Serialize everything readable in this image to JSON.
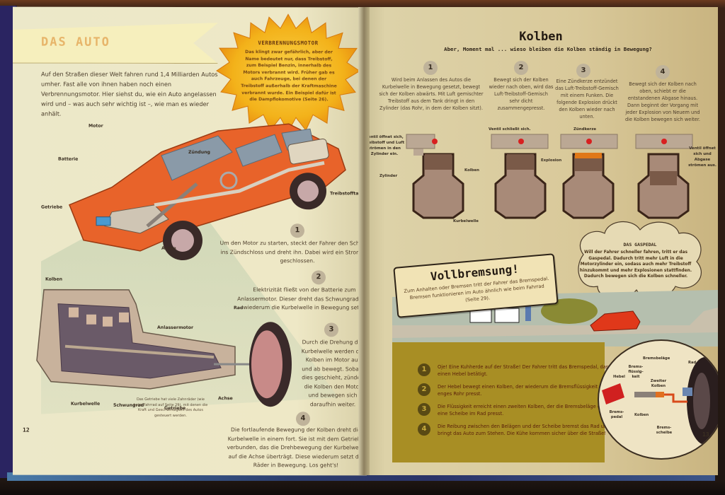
{
  "left_page": {
    "banner_title": "DAS AUTO",
    "intro": "Auf den Straßen dieser Welt fahren rund 1,4 Milliarden Autos umher. Fast alle von ihnen haben noch einen Verbrennungsmotor. Hier siehst du, wie ein Auto angelassen wird und – was auch sehr wichtig ist –, wie man es wieder anhält.",
    "burst": {
      "title": "VERBRENNUNGSMOTOR",
      "text": "Das klingt zwar gefährlich, aber der Name bedeutet nur, dass Treibstoff, zum Beispiel Benzin, innerhalb des Motors verbrannt wird. Früher gab es auch Fahrzeuge, bei denen der Treibstoff außerhalb der Kraftmaschine verbrannt wurde. Ein Beispiel dafür ist die Dampflokomotive (Seite 26)."
    },
    "car_labels": {
      "motor": "Motor",
      "zuendung": "Zündung",
      "batterie": "Batterie",
      "getriebe": "Getriebe",
      "achse": "Achse",
      "treibstofftank": "Treibstofftank"
    },
    "engine_labels": {
      "kolben": "Kolben",
      "anlassermotor": "Anlassermotor",
      "rad": "Rad",
      "achse": "Achse",
      "kurbelwelle": "Kurbelwelle",
      "schwungrad": "Schwungrad",
      "getriebe": "Getriebe",
      "getriebe_note": "Das Getriebe hat viele Zahnräder (wie beim Fahrrad auf Seite 29), mit denen die Kraft und Geschwindigkeit des Autos gesteuert werden."
    },
    "steps": [
      {
        "num": "1",
        "text": "Um den Motor zu starten, steckt der Fahrer den Schlüssel ins Zündschloss und dreht ihn. Dabei wird ein Stromkreis geschlossen."
      },
      {
        "num": "2",
        "text": "Elektrizität fließt von der Batterie zum Anlassermotor. Dieser dreht das Schwungrad, das wiederum die Kurbelwelle in Bewegung setzt."
      },
      {
        "num": "3",
        "text": "Durch die Drehung der Kurbelwelle werden die Kolben im Motor auf und ab bewegt. Sobald dies geschieht, zünden die Kolben den Motor und bewegen sich daraufhin weiter."
      },
      {
        "num": "4",
        "text": "Die fortlaufende Bewegung der Kolben dreht die Kurbelwelle in einem fort. Sie ist mit dem Getriebe verbunden, das die Drehbewegung der Kurbelwelle auf die Achse überträgt. Diese wiederum setzt die Räder in Bewegung. Los geht's!"
      }
    ],
    "page_number": "12"
  },
  "right_page": {
    "title": "Kolben",
    "subtitle": "Aber, Moment mal ... wieso bleiben die Kolben ständig in Bewegung?",
    "steps": [
      {
        "num": "1",
        "text": "Wird beim Anlassen des Autos die Kurbelwelle in Bewegung gesetzt, bewegt sich der Kolben abwärts. Mit Luft gemischter Treibstoff aus dem Tank dringt in den Zylinder (das Rohr, in dem der Kolben sitzt)."
      },
      {
        "num": "2",
        "text": "Bewegt sich der Kolben wieder nach oben, wird das Luft-Treibstoff-Gemisch sehr dicht zusammengepresst."
      },
      {
        "num": "3",
        "text": "Eine Zündkerze entzündet das Luft-Treibstoff-Gemisch mit einem Funken. Die folgende Explosion drückt den Kolben wieder nach unten."
      },
      {
        "num": "4",
        "text": "Bewegt sich der Kolben nach oben, schiebt er die entstandenen Abgase hinaus. Dann beginnt der Vorgang mit jeder Explosion von Neuem und die Kolben bewegen sich weiter."
      }
    ],
    "cylinder_labels": {
      "ventil_oeffnet": "Ventil öffnet sich, Treibstoff und Luft strömen in den Zylinder ein.",
      "zylinder": "Zylinder",
      "kolben": "Kolben",
      "kurbelwelle": "Kurbelwelle",
      "ventil_schliesst": "Ventil schließt sich.",
      "zuendkerze": "Zündkerze",
      "explosion": "Explosion",
      "ventil_abgase": "Ventil öffnet sich und Abgase strömen aus."
    },
    "gaspedal": {
      "title": "DAS GASPEDAL",
      "text": "Will der Fahrer schneller fahren, tritt er das Gaspedal. Dadurch tritt mehr Luft in die Motorzylinder ein, sodass auch mehr Treibstoff hinzukommt und mehr Explosionen stattfinden. Dadurch bewegen sich die Kolben schneller."
    },
    "vollbremsung": {
      "title": "Vollbremsung!",
      "text": "Zum Anhalten oder Bremsen tritt der Fahrer das Bremspedal. Bremsen funktionieren im Auto ähnlich wie beim Fahrrad (Seite 29)."
    },
    "brake_steps": [
      {
        "num": "1",
        "text": "Oje! Eine Kuhherde auf der Straße! Der Fahrer tritt das Bremspedal, das einen Hebel betätigt."
      },
      {
        "num": "2",
        "text": "Der Hebel bewegt einen Kolben, der wiederum die Bremsflüssigkeit durch ein enges Rohr presst."
      },
      {
        "num": "3",
        "text": "Die Flüssigkeit erreicht einen zweiten Kolben, der die Bremsbeläge gegen eine Scheibe im Rad presst."
      },
      {
        "num": "4",
        "text": "Die Reibung zwischen den Belägen und der Scheibe bremst das Rad und bringt das Auto zum Stehen. Die Kühe kommen sicher über die Straße!"
      }
    ],
    "brake_labels": {
      "bremsbelaege": "Bremsbeläge",
      "rad": "Rad",
      "hebel": "Hebel",
      "bremsfluessigkeit": "Brems-flüssig-keit",
      "zweiter_kolben": "Zweiter Kolben",
      "bremspedal": "Brems-pedal",
      "kolben": "Kolben",
      "bremsscheibe": "Brems-scheibe"
    },
    "page_number": "13"
  },
  "colors": {
    "car": "#e8632a",
    "burst": "#f3b21a",
    "olive_panel": "#a88e24",
    "book_cover": "#2a2461"
  }
}
